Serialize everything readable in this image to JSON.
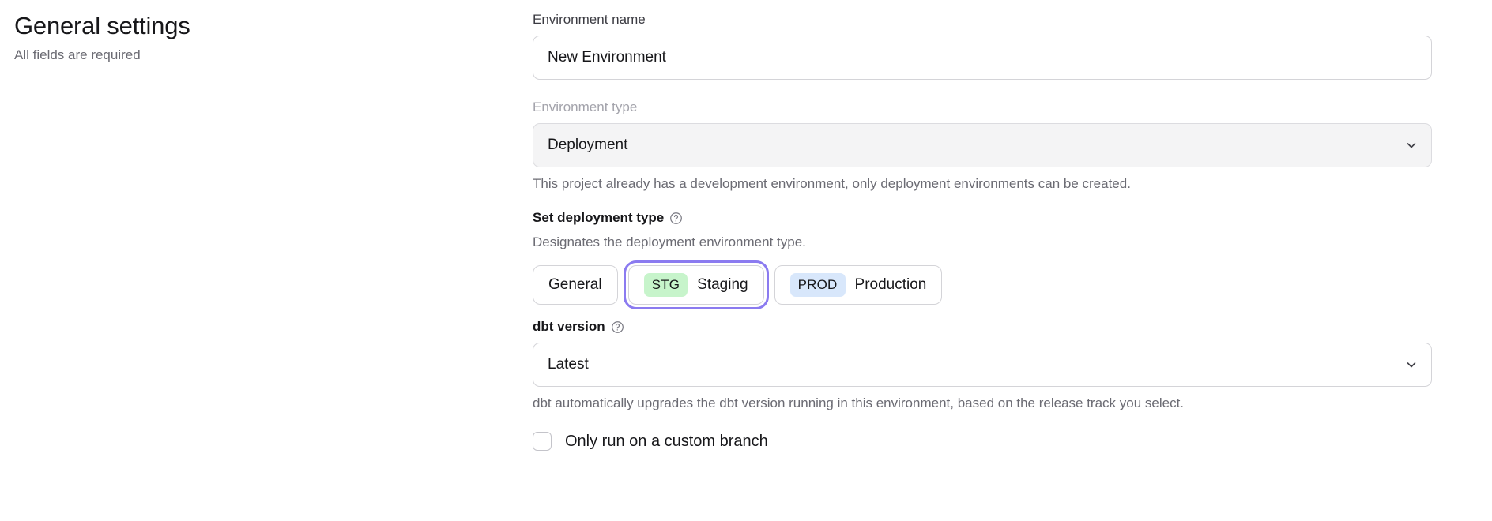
{
  "header": {
    "title": "General settings",
    "subtitle": "All fields are required"
  },
  "form": {
    "environment_name": {
      "label": "Environment name",
      "value": "New Environment",
      "placeholder": "Environment name"
    },
    "environment_type": {
      "label": "Environment type",
      "value": "Deployment",
      "chevron_icon": "chevron-down-icon",
      "helper": "This project already has a development environment, only deployment environments can be created.",
      "disabled": true
    },
    "deployment_type": {
      "label": "Set deployment type",
      "help_icon": "question-circle-icon",
      "helper": "Designates the deployment environment type.",
      "options": [
        {
          "badge": "",
          "label": "General",
          "selected": false,
          "badge_color": ""
        },
        {
          "badge": "STG",
          "label": "Staging",
          "selected": true,
          "badge_color": "#c7f4cb"
        },
        {
          "badge": "PROD",
          "label": "Production",
          "selected": false,
          "badge_color": "#d8e7fb"
        }
      ]
    },
    "dbt_version": {
      "label": "dbt version",
      "help_icon": "question-circle-icon",
      "value": "Latest",
      "chevron_icon": "chevron-down-icon",
      "helper": "dbt automatically upgrades the dbt version running in this environment, based on the release track you select."
    },
    "custom_branch": {
      "label": "Only run on a custom branch",
      "checked": false
    }
  },
  "colors": {
    "focus_ring": "#8b7bf0",
    "staging_badge": "#c7f4cb",
    "production_badge": "#d8e7fb",
    "muted_text": "#6b6b73",
    "disabled_bg": "#f4f4f5"
  }
}
